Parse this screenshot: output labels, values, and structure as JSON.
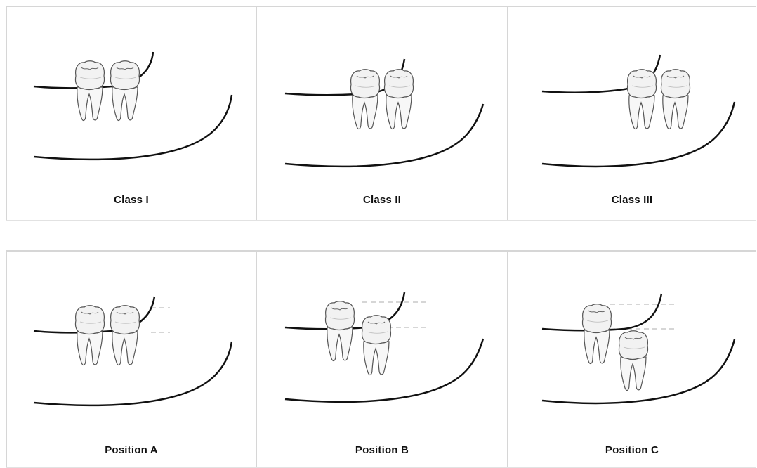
{
  "panels_top": [
    {
      "label": "Class I"
    },
    {
      "label": "Class II"
    },
    {
      "label": "Class III"
    }
  ],
  "panels_bottom": [
    {
      "label": "Position A"
    },
    {
      "label": "Position B"
    },
    {
      "label": "Position C"
    }
  ],
  "colors": {
    "line": "#111111",
    "tooth_fill": "#f4f4f4",
    "tooth_stroke": "#555555",
    "guide_dash": "#bdbdbd",
    "border": "#d6d6d6"
  }
}
